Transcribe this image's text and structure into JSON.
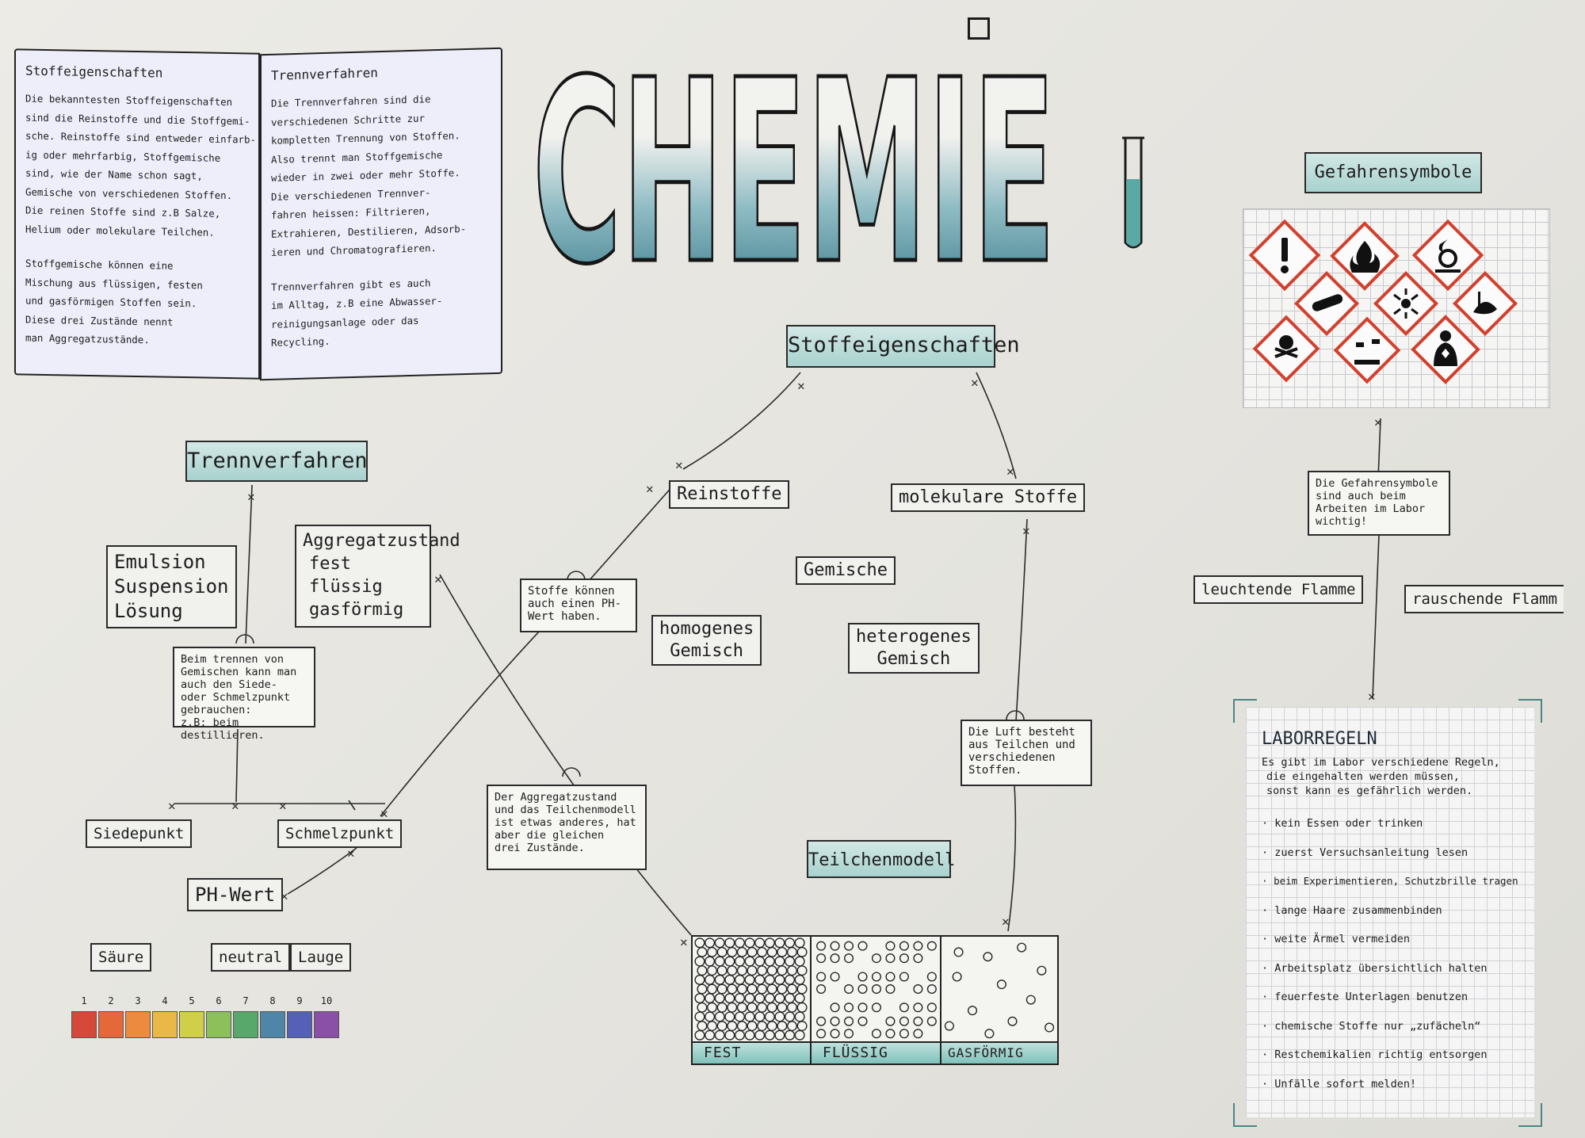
{
  "title": "CHEMIE",
  "book": {
    "left": {
      "heading": "Stoffeigenschaften",
      "para1": [
        "Die bekanntesten Stoffeigenschaften",
        "sind die Reinstoffe und die Stoffgemi-",
        "sche. Reinstoffe sind entweder einfarb-",
        "ig oder mehrfarbig, Stoffgemische",
        "sind, wie der Name schon sagt,",
        "Gemische von verschiedenen Stoffen.",
        "Die reinen Stoffe sind z.B Salze,",
        "Helium oder molekulare Teilchen."
      ],
      "para2": [
        "Stoffgemische können eine",
        "Mischung aus flüssigen, festen",
        "und gasförmigen Stoffen sein.",
        "Diese drei Zustände nennt",
        "man Aggregatzustände."
      ]
    },
    "right": {
      "heading": "Trennverfahren",
      "para1": [
        "Die Trennverfahren sind die",
        "verschiedenen Schritte zur",
        "kompletten Trennung von Stoffen.",
        "Also trennt man Stoffgemische",
        "wieder in zwei oder mehr Stoffe.",
        "Die verschiedenen Trennver-",
        "fahren heissen: Filtrieren,",
        "Extrahieren, Destilieren, Adsorb-",
        "ieren und Chromatografieren."
      ],
      "para2": [
        "Trennverfahren gibt es auch",
        "im Alltag, z.B eine Abwasser-",
        "reinigungsanlage oder das",
        "Recycling."
      ]
    }
  },
  "titles": {
    "stoffeigenschaften": "Stoffeigenschaften",
    "trennverfahren": "Trennverfahren",
    "gefahrensymbole": "Gefahrensymbole",
    "teilchenmodell": "Teilchenmodell"
  },
  "labels": {
    "reinstoffe": "Reinstoffe",
    "molekulare": "molekulare Stoffe",
    "gemische": "Gemische",
    "homogenes": [
      "homogenes",
      "Gemisch"
    ],
    "heterogenes": [
      "heterogenes",
      "Gemisch"
    ],
    "emulsion": [
      "Emulsion",
      "Suspension",
      "Lösung"
    ],
    "aggregatzustand": [
      "Aggregatzustand",
      "fest",
      "flüssig",
      "gasförmig"
    ],
    "siedepunkt": "Siedepunkt",
    "schmelzpunkt": "Schmelzpunkt",
    "phwert": "PH-Wert",
    "saeure": "Säure",
    "neutral": "neutral",
    "lauge": "Lauge",
    "leuchtende": "leuchtende Flamme",
    "rauschende": "rauschende Flamm"
  },
  "notes": {
    "trennen": [
      "Beim trennen von",
      "Gemischen kann man",
      "auch den Siede-",
      "oder Schmelzpunkt",
      "gebrauchen:",
      "z.B: beim destillieren."
    ],
    "ph": [
      "Stoffe können",
      "auch einen PH-",
      "Wert haben."
    ],
    "aggregat": [
      "Der Aggregatzustand",
      "und das Teilchenmodell",
      "ist etwas anderes, hat",
      "aber die gleichen",
      "drei Zustände."
    ],
    "luft": [
      "Die Luft besteht",
      "aus Teilchen und",
      "verschiedenen",
      "Stoffen."
    ],
    "gefahr": [
      "Die Gefahrensymbole",
      "sind auch beim",
      "Arbeiten im Labor",
      "wichtig!"
    ]
  },
  "particle_model": {
    "states": [
      "FEST",
      "FLÜSSIG",
      "GASFÖRMIG"
    ]
  },
  "ph_scale": {
    "numbers": [
      "1",
      "2",
      "3",
      "4",
      "5",
      "6",
      "7",
      "8",
      "9",
      "10"
    ],
    "colors": [
      "#d6493a",
      "#e5683a",
      "#ec8b3f",
      "#e9b847",
      "#cfcf4a",
      "#8cc05a",
      "#58a86c",
      "#4f86a8",
      "#5561b6",
      "#8a4fa6"
    ]
  },
  "laborregeln": {
    "title": "LABORREGELN",
    "intro": [
      "Es gibt im Labor verschiedene Regeln,",
      "die eingehalten werden müssen,",
      "sonst kann es gefährlich werden."
    ],
    "rules": [
      "kein Essen oder trinken",
      "zuerst Versuchsanleitung lesen",
      "beim Experimentieren, Schutzbrille tragen",
      "lange Haare zusammenbinden",
      "weite Ärmel vermeiden",
      "Arbeitsplatz übersichtlich halten",
      "feuerfeste Unterlagen benutzen",
      "chemische Stoffe nur „zufächeln“",
      "Restchemikalien richtig entsorgen",
      "Unfälle sofort melden!"
    ]
  },
  "colors": {
    "teal": "#4a8d8a",
    "teal_light": "#a8d2ce",
    "paper": "#e9e8e3",
    "ghs_red": "#d2402e"
  }
}
